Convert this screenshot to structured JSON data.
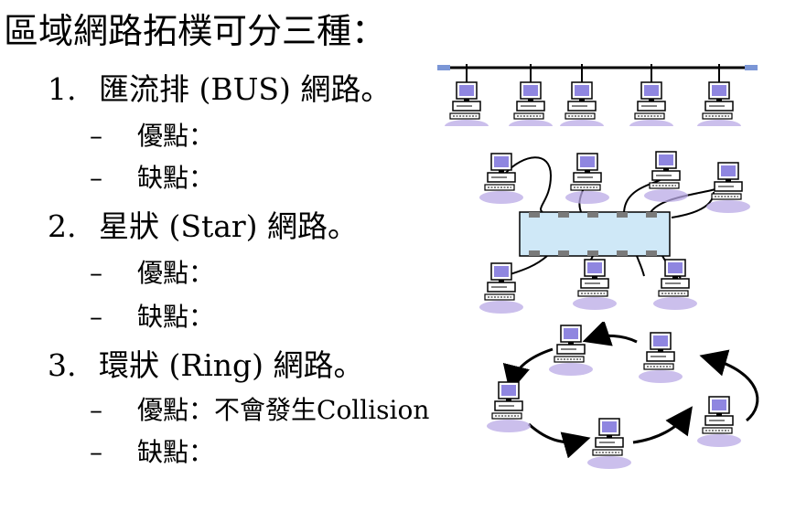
{
  "slide": {
    "title": "區域網路拓樸可分三種：",
    "topologies": [
      {
        "number": "1.",
        "label": "匯流排 (BUS) 網路。",
        "pros_label": "優點：",
        "pros_value": "",
        "cons_label": "缺點：",
        "cons_value": ""
      },
      {
        "number": "2.",
        "label": "星狀 (Star) 網路。",
        "pros_label": "優點：",
        "pros_value": "",
        "cons_label": "缺點：",
        "cons_value": ""
      },
      {
        "number": "3.",
        "label": "環狀 (Ring) 網路。",
        "pros_label": "優點：",
        "pros_value": "不會發生Collision",
        "cons_label": "缺點：",
        "cons_value": ""
      }
    ],
    "bullet_dash": "–"
  },
  "colors": {
    "cable": "#000000",
    "bus_terminator": "#7b96d6",
    "monitor_screen": "#8f86e0",
    "computer_body": "#ffffff",
    "hub_fill": "#cfe8f7",
    "hub_port": "#7a7a7a",
    "shadow": "#b9a9e6"
  }
}
